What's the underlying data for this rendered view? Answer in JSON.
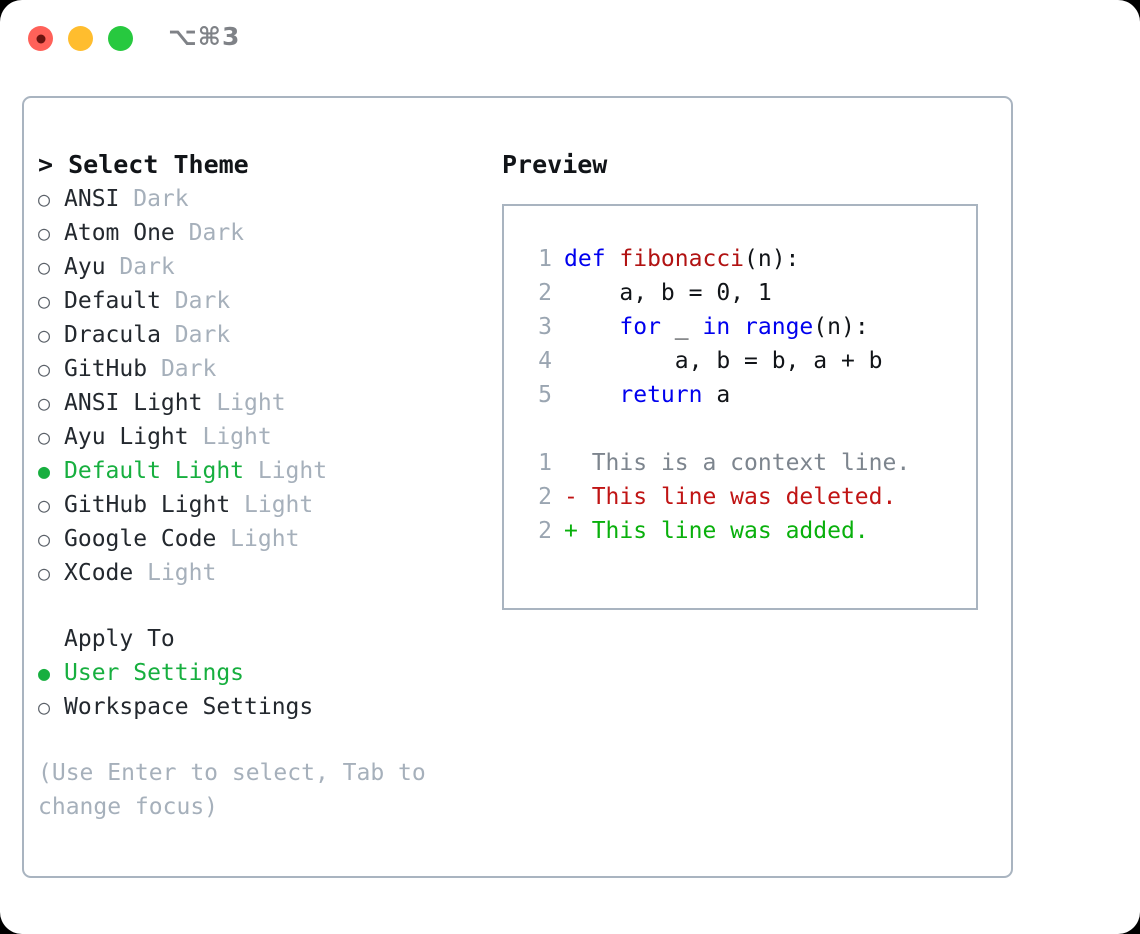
{
  "titlebar": {
    "shortcut": "⌥⌘3",
    "buttons": [
      {
        "name": "close",
        "label": ""
      },
      {
        "name": "minimize",
        "label": ""
      },
      {
        "name": "maximize",
        "label": ""
      }
    ]
  },
  "theme_panel": {
    "header": "> Select Theme",
    "items": [
      {
        "bullet": "○",
        "label": "ANSI",
        "suffix": " Dark",
        "selected": false
      },
      {
        "bullet": "○",
        "label": "Atom One",
        "suffix": " Dark",
        "selected": false
      },
      {
        "bullet": "○",
        "label": "Ayu",
        "suffix": " Dark",
        "selected": false
      },
      {
        "bullet": "○",
        "label": "Default",
        "suffix": " Dark",
        "selected": false
      },
      {
        "bullet": "○",
        "label": "Dracula",
        "suffix": " Dark",
        "selected": false
      },
      {
        "bullet": "○",
        "label": "GitHub",
        "suffix": " Dark",
        "selected": false
      },
      {
        "bullet": "○",
        "label": "ANSI Light",
        "suffix": " Light",
        "selected": false
      },
      {
        "bullet": "○",
        "label": "Ayu Light",
        "suffix": " Light",
        "selected": false
      },
      {
        "bullet": "●",
        "label": "Default Light",
        "suffix": " Light",
        "selected": true
      },
      {
        "bullet": "○",
        "label": "GitHub Light",
        "suffix": " Light",
        "selected": false
      },
      {
        "bullet": "○",
        "label": "Google Code",
        "suffix": " Light",
        "selected": false
      },
      {
        "bullet": "○",
        "label": "XCode",
        "suffix": " Light",
        "selected": false
      }
    ]
  },
  "apply_to": {
    "header": "Apply To",
    "items": [
      {
        "bullet": "●",
        "label": "User Settings",
        "selected": true
      },
      {
        "bullet": "○",
        "label": "Workspace Settings",
        "selected": false
      }
    ]
  },
  "hint": "(Use Enter to select, Tab to change focus)",
  "preview": {
    "header": "Preview",
    "code_lines": [
      {
        "num": "1",
        "tokens": [
          {
            "t": "def ",
            "c": "kw"
          },
          {
            "t": "fibonacci",
            "c": "fn"
          },
          {
            "t": "(n):",
            "c": "plain"
          }
        ]
      },
      {
        "num": "2",
        "tokens": [
          {
            "t": "    a, b = 0, 1",
            "c": "plain"
          }
        ]
      },
      {
        "num": "3",
        "tokens": [
          {
            "t": "    ",
            "c": "plain"
          },
          {
            "t": "for",
            "c": "kw"
          },
          {
            "t": " _ ",
            "c": "plain"
          },
          {
            "t": "in",
            "c": "kw"
          },
          {
            "t": " ",
            "c": "plain"
          },
          {
            "t": "range",
            "c": "kw"
          },
          {
            "t": "(n):",
            "c": "plain"
          }
        ]
      },
      {
        "num": "4",
        "tokens": [
          {
            "t": "        a, b = b, a + b",
            "c": "plain"
          }
        ]
      },
      {
        "num": "5",
        "tokens": [
          {
            "t": "    ",
            "c": "plain"
          },
          {
            "t": "return",
            "c": "kw"
          },
          {
            "t": " a",
            "c": "plain"
          }
        ]
      }
    ],
    "diff_lines": [
      {
        "num": "1",
        "marker": " ",
        "text": " This is a context line.",
        "kind": "ctx"
      },
      {
        "num": "2",
        "marker": "-",
        "text": " This line was deleted.",
        "kind": "del"
      },
      {
        "num": "2",
        "marker": "+",
        "text": " This line was added.",
        "kind": "add"
      }
    ]
  },
  "colors": {
    "accent_green": "#17af3f",
    "muted": "#a6b0bb",
    "border": "#a9b4c0",
    "keyword": "#0000ee",
    "function": "#b11212",
    "diff_added": "#09b00c",
    "diff_deleted": "#c01414"
  }
}
